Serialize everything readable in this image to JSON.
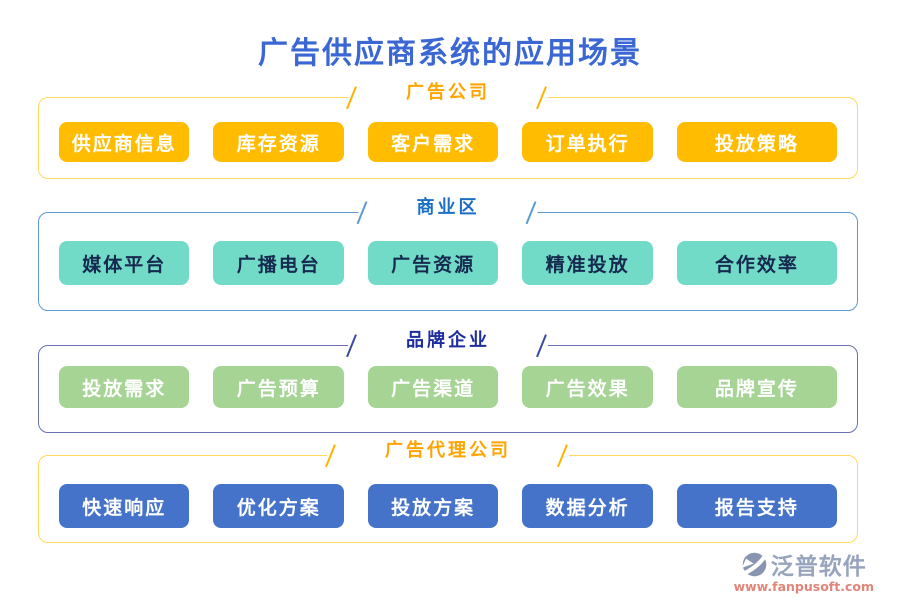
{
  "page": {
    "title": "广告供应商系统的应用场景",
    "title_color": "#3A67D3"
  },
  "sections": [
    {
      "title": "广告公司",
      "items": [
        "供应商信息",
        "库存资源",
        "客户需求",
        "订单执行",
        "投放策略"
      ],
      "chip_color": "#FFBC00",
      "border_color": "#FFD95E",
      "title_color": "#FFA502",
      "chip_text_color": "#FFFFFF"
    },
    {
      "title": "商业区",
      "items": [
        "媒体平台",
        "广播电台",
        "广告资源",
        "精准投放",
        "合作效率"
      ],
      "chip_color": "#72DBC8",
      "border_color": "#5B9BD5",
      "title_color": "#1B6FC5",
      "chip_text_color": "#16294F"
    },
    {
      "title": "品牌企业",
      "items": [
        "投放需求",
        "广告预算",
        "广告渠道",
        "广告效果",
        "品牌宣传"
      ],
      "chip_color": "#A5D495",
      "border_color": "#6972AE",
      "title_color": "#1D2D9E",
      "chip_text_color": "#FFFFFF"
    },
    {
      "title": "广告代理公司",
      "items": [
        "快速响应",
        "优化方案",
        "投放方案",
        "数据分析",
        "报告支持"
      ],
      "chip_color": "#4573C9",
      "border_color": "#FFD95E",
      "title_color": "#FFA502",
      "chip_text_color": "#FFFFFF"
    }
  ],
  "footer": {
    "brand": "泛普软件",
    "url": "www.fanpusoft.com"
  }
}
